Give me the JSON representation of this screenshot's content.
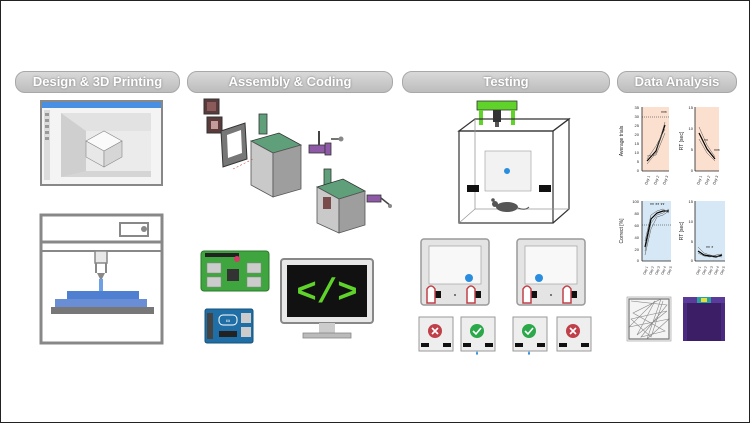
{
  "sections": {
    "design": "Design & 3D Printing",
    "assembly": "Assembly & Coding",
    "testing": "Testing",
    "analysis": "Data Analysis"
  },
  "code_symbol": "</>",
  "charts": {
    "avg_trials": {
      "ylabel": "Average trials",
      "ticks": [
        "35",
        "30",
        "25",
        "20",
        "15",
        "10",
        "5",
        "0"
      ],
      "sig": "***"
    },
    "rt1": {
      "ylabel": "RT [sec]",
      "ticks": [
        "15",
        "10",
        "5",
        "0"
      ],
      "sig1": "**",
      "sig2": "***"
    },
    "correct": {
      "ylabel": "Correct [%]",
      "ticks": [
        "100",
        "80",
        "60",
        "40",
        "20",
        "0"
      ],
      "sig": "** ** **"
    },
    "rt2": {
      "ylabel": "RT [sec]",
      "ticks": [
        "15",
        "10",
        "5",
        "0"
      ],
      "sig": "** *"
    },
    "days3": [
      "Day 1",
      "Day 2",
      "Day 3"
    ],
    "days5": [
      "Day 1",
      "Day 2",
      "Day 3",
      "Day 4",
      "Day 5"
    ]
  },
  "colors": {
    "accent_green": "#5fd32a",
    "accent_blue": "#2a8de0",
    "print_blue": "#4f7fd0",
    "header_grey": "#c8c8c8",
    "wrong_red": "#c0404a",
    "correct_green": "#2aa84a"
  }
}
